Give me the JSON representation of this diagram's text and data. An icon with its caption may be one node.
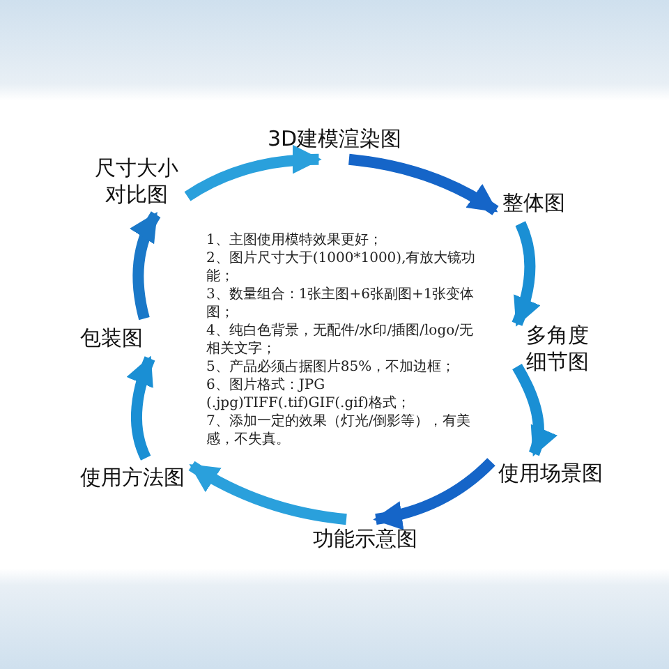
{
  "diagram": {
    "nodes": [
      {
        "text": [
          "3D建模渲染图"
        ]
      },
      {
        "text": [
          "整体图"
        ]
      },
      {
        "text": [
          "多角度细节图"
        ]
      },
      {
        "text": [
          "使用场景图"
        ]
      },
      {
        "text": [
          "功能示意图"
        ]
      },
      {
        "text": [
          "使用方法图"
        ]
      },
      {
        "text": [
          "包装图"
        ]
      },
      {
        "text": [
          "尺寸大小对比图"
        ]
      }
    ],
    "edges": [
      {
        "from": 0,
        "to": 1,
        "arrow": "to"
      },
      {
        "from": 1,
        "to": 2,
        "arrow": "to"
      },
      {
        "from": 2,
        "to": 3,
        "arrow": "to"
      },
      {
        "from": 3,
        "to": 4,
        "arrow": "to"
      },
      {
        "from": 4,
        "to": 5,
        "arrow": "to"
      },
      {
        "from": 5,
        "to": 6,
        "arrow": "to"
      },
      {
        "from": 6,
        "to": 7,
        "arrow": "to"
      },
      {
        "from": 7,
        "to": 0,
        "arrow": "to"
      }
    ],
    "labels": [
      "1、主图使用模特效果更好；",
      "2、图片尺寸大于(1000*1000),有放大镜功能；",
      "3、数量组合：1张主图+6张副图+1张变体图；",
      "4、纯白色背景，无配件/水印/插图/logo/无相关文字；",
      "5、产品必须占据图片85%，不加边框；",
      "6、图片格式：JPG (.jpg)TIFF(.tif)GIF(.gif)格式；",
      "7、添加一定的效果（灯光/倒影等），有美感，不失真。"
    ]
  }
}
